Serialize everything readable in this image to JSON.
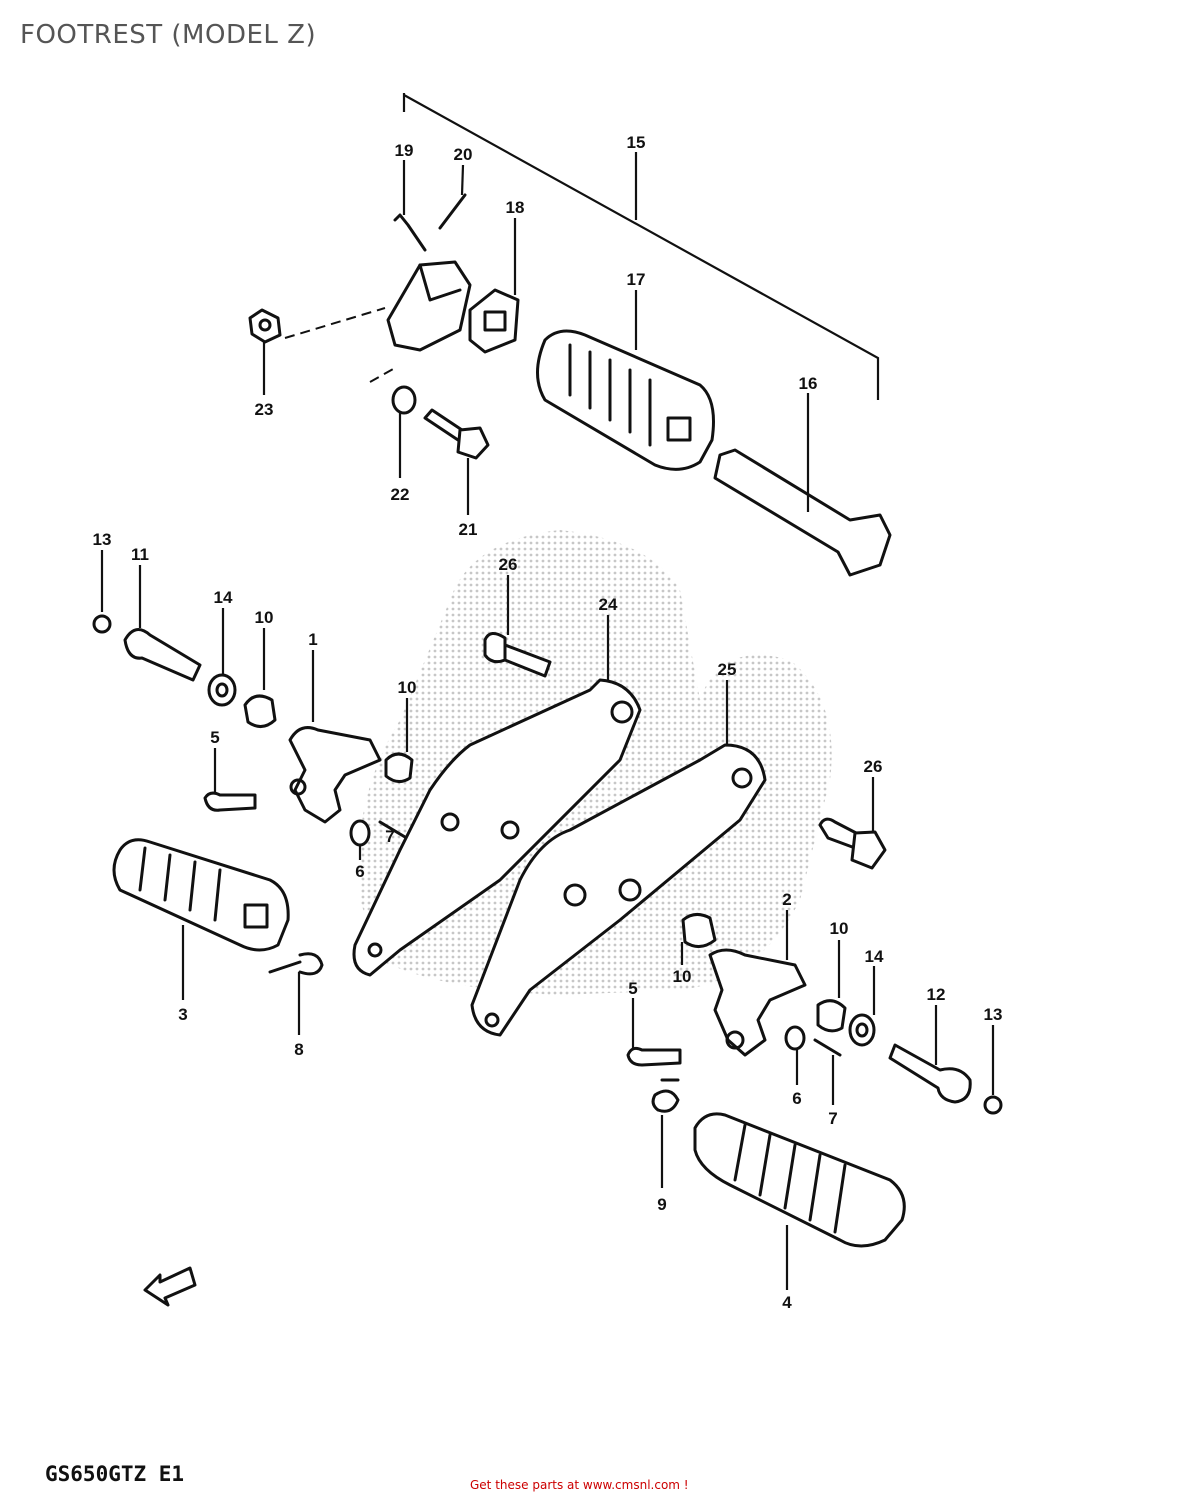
{
  "title": "FOOTREST (MODEL Z)",
  "model_code": "GS650GTZ E1",
  "footer_text": "Get these parts at www.cmsnl.com !",
  "callouts": [
    {
      "id": "c19",
      "label": "19"
    },
    {
      "id": "c20",
      "label": "20"
    },
    {
      "id": "c18",
      "label": "18"
    },
    {
      "id": "c15",
      "label": "15"
    },
    {
      "id": "c17",
      "label": "17"
    },
    {
      "id": "c16",
      "label": "16"
    },
    {
      "id": "c23",
      "label": "23"
    },
    {
      "id": "c22",
      "label": "22"
    },
    {
      "id": "c21",
      "label": "21"
    },
    {
      "id": "c13a",
      "label": "13"
    },
    {
      "id": "c11",
      "label": "11"
    },
    {
      "id": "c14a",
      "label": "14"
    },
    {
      "id": "c10a",
      "label": "10"
    },
    {
      "id": "c1",
      "label": "1"
    },
    {
      "id": "c26a",
      "label": "26"
    },
    {
      "id": "c24",
      "label": "24"
    },
    {
      "id": "c10b",
      "label": "10"
    },
    {
      "id": "c25",
      "label": "25"
    },
    {
      "id": "c5a",
      "label": "5"
    },
    {
      "id": "c7a",
      "label": "7"
    },
    {
      "id": "c6a",
      "label": "6"
    },
    {
      "id": "c26b",
      "label": "26"
    },
    {
      "id": "c3",
      "label": "3"
    },
    {
      "id": "c8",
      "label": "8"
    },
    {
      "id": "c2",
      "label": "2"
    },
    {
      "id": "c10c",
      "label": "10"
    },
    {
      "id": "c14b",
      "label": "14"
    },
    {
      "id": "c10d",
      "label": "10"
    },
    {
      "id": "c5b",
      "label": "5"
    },
    {
      "id": "c12",
      "label": "12"
    },
    {
      "id": "c13b",
      "label": "13"
    },
    {
      "id": "c6b",
      "label": "6"
    },
    {
      "id": "c7b",
      "label": "7"
    },
    {
      "id": "c9",
      "label": "9"
    },
    {
      "id": "c4",
      "label": "4"
    }
  ]
}
